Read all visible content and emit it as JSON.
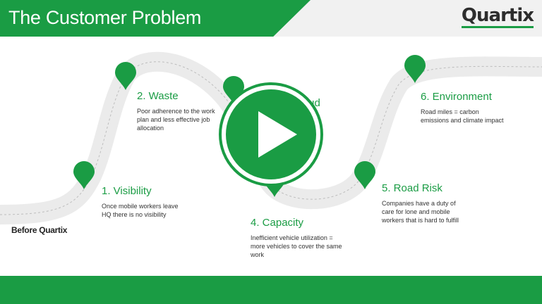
{
  "slide": {
    "title": "The Customer Problem",
    "logo": "Quartix",
    "start_label": "Before Quartix"
  },
  "steps": [
    {
      "title": "1. Visibility",
      "desc": "Once mobile workers leave HQ there is no visibility"
    },
    {
      "title": "2. Waste",
      "desc": "Poor adherence to the work plan and less effective job allocation"
    },
    {
      "title": "3. Fraud",
      "desc": "Fraud"
    },
    {
      "title": "4. Capacity",
      "desc": "Inefficient vehicle utilization = more vehicles to cover the same work"
    },
    {
      "title": "5. Road Risk",
      "desc": "Companies have a duty of care for lone and mobile workers that is hard to fulfill"
    },
    {
      "title": "6. Environment",
      "desc": "Road miles = carbon emissions and climate impact"
    }
  ],
  "colors": {
    "brand_green": "#1a9c44",
    "road": "#ebebeb",
    "text": "#333333"
  },
  "icons": {
    "pin": "map-pin-icon",
    "play": "play-icon"
  }
}
